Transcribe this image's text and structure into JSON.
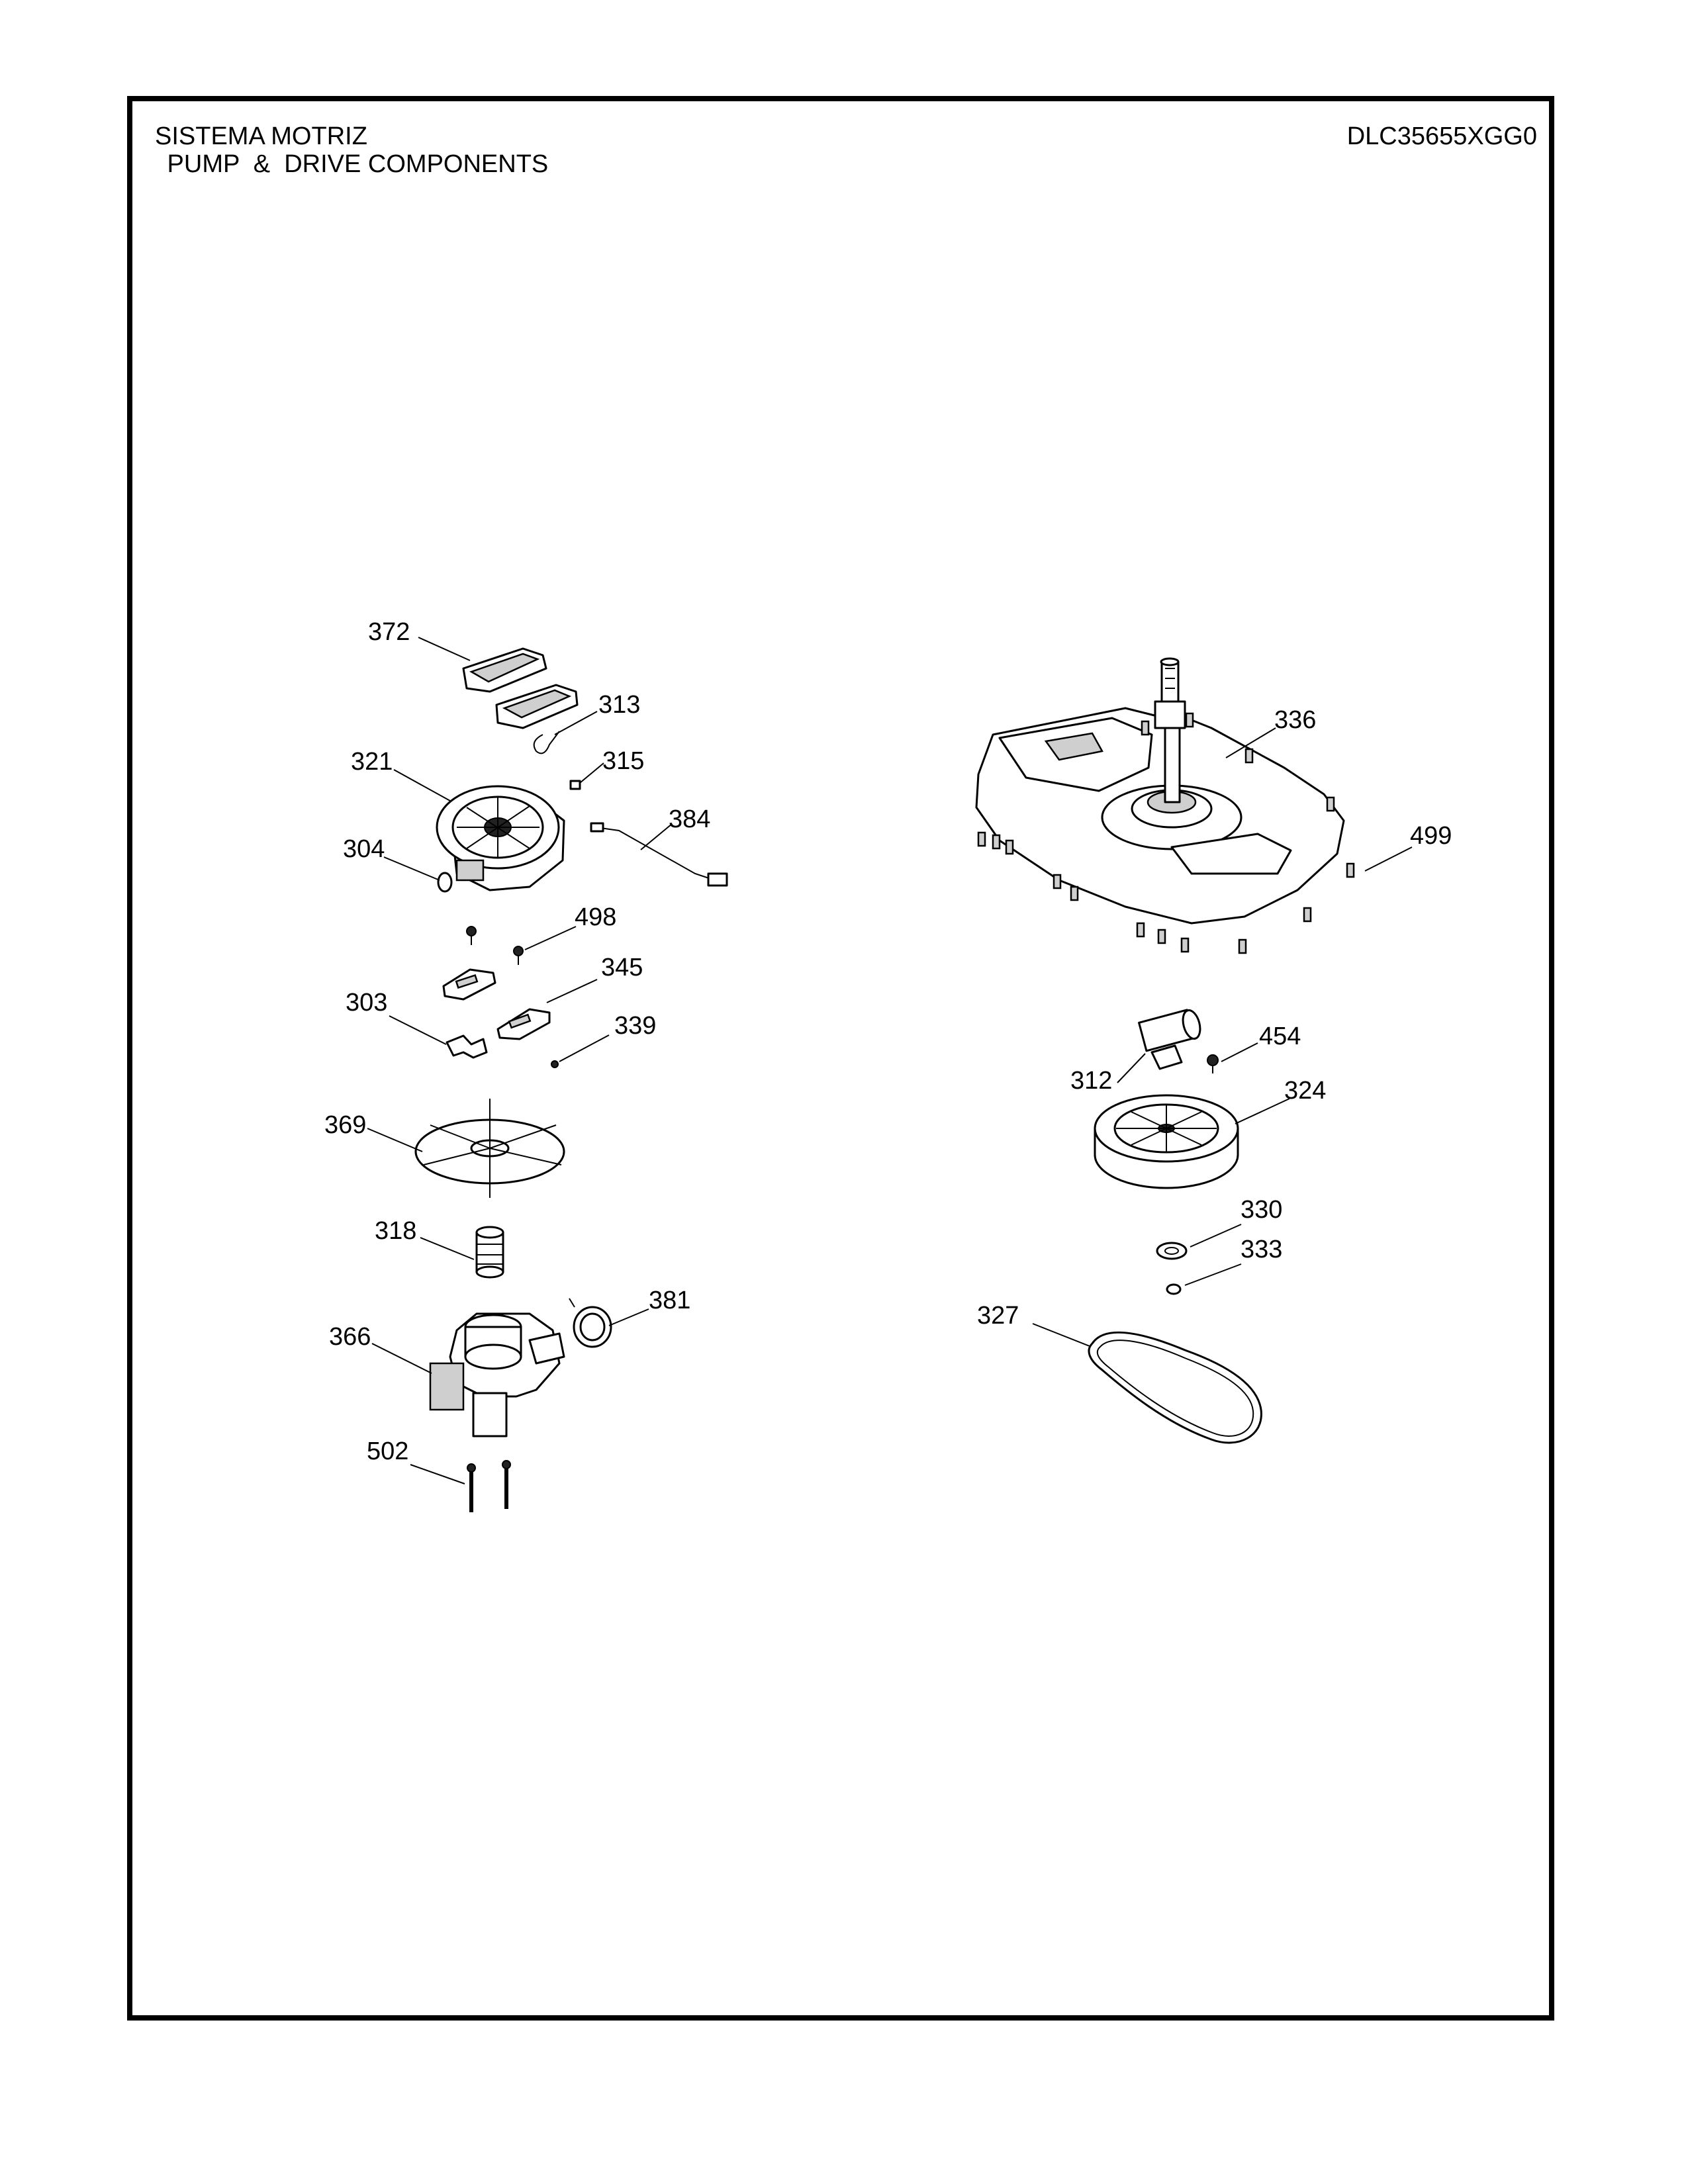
{
  "header": {
    "title_es": "SISTEMA MOTRIZ",
    "title_en": " PUMP  &  DRIVE COMPONENTS",
    "model": "DLC35655XGG0"
  },
  "callouts": {
    "c372": "372",
    "c313": "313",
    "c321": "321",
    "c315": "315",
    "c384": "384",
    "c304": "304",
    "c498": "498",
    "c345": "345",
    "c303": "303",
    "c339": "339",
    "c369": "369",
    "c318": "318",
    "c381": "381",
    "c366": "366",
    "c502": "502",
    "c336": "336",
    "c499": "499",
    "c454": "454",
    "c312": "312",
    "c324": "324",
    "c330": "330",
    "c333": "333",
    "c327": "327"
  }
}
